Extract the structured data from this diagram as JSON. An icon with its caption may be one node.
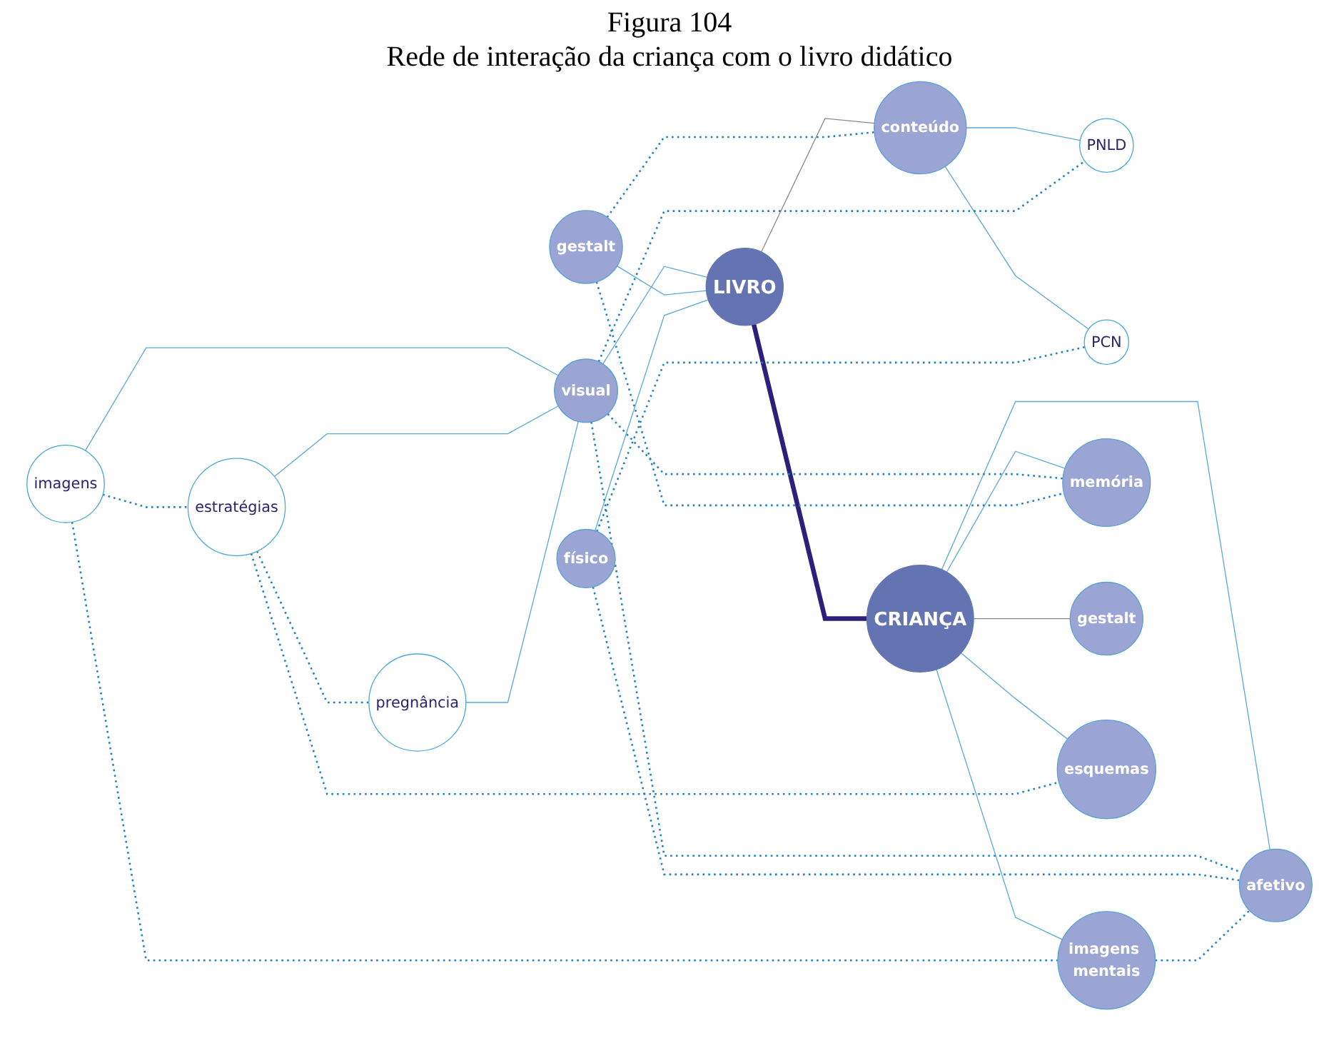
{
  "diagram": {
    "title": "Figura 104",
    "caption": "Rede de interação da criança com o livro didático",
    "nodes": [
      {
        "text": [
          "imagens"
        ]
      },
      {
        "text": [
          "estratégias"
        ]
      },
      {
        "text": [
          "pregnância"
        ]
      },
      {
        "text": [
          "visual"
        ]
      },
      {
        "text": [
          "gestalt"
        ]
      },
      {
        "text": [
          "LIVRO"
        ]
      },
      {
        "text": [
          "físico"
        ]
      },
      {
        "text": [
          "conteúdo"
        ]
      },
      {
        "text": [
          "PNLD"
        ]
      },
      {
        "text": [
          "PCN"
        ]
      },
      {
        "text": [
          "imagens mentais"
        ]
      },
      {
        "text": [
          "memória"
        ]
      },
      {
        "text": [
          "CRIANÇA"
        ]
      },
      {
        "text": [
          "gestalt"
        ]
      },
      {
        "text": [
          "esquemas"
        ]
      },
      {
        "text": [
          "afetivo"
        ]
      }
    ],
    "edges": [
      {
        "from": 0,
        "to": 1,
        "arrow": "none",
        "style": "dashed"
      },
      {
        "from": 1,
        "to": 2,
        "arrow": "none",
        "style": "dashed"
      },
      {
        "from": 0,
        "to": 3,
        "arrow": "none"
      },
      {
        "from": 1,
        "to": 3,
        "arrow": "none"
      },
      {
        "from": 2,
        "to": 3,
        "arrow": "none"
      },
      {
        "from": 3,
        "to": 5,
        "arrow": "none"
      },
      {
        "from": 4,
        "to": 5,
        "arrow": "none"
      },
      {
        "from": 6,
        "to": 5,
        "arrow": "none"
      },
      {
        "from": 5,
        "to": 7,
        "arrow": "none",
        "color": "#888888"
      },
      {
        "from": 7,
        "to": 8,
        "arrow": "none"
      },
      {
        "from": 7,
        "to": 9,
        "arrow": "none"
      },
      {
        "from": 5,
        "to": 12,
        "arrow": "none",
        "style": "thick",
        "color": "#2e1f7a"
      },
      {
        "from": 12,
        "to": 10,
        "arrow": "none"
      },
      {
        "from": 12,
        "to": 11,
        "arrow": "none"
      },
      {
        "from": 12,
        "to": 13,
        "arrow": "none",
        "color": "#888888"
      },
      {
        "from": 12,
        "to": 14,
        "arrow": "none"
      },
      {
        "from": 12,
        "to": 15,
        "arrow": "none"
      },
      {
        "from": 0,
        "to": 10,
        "arrow": "none",
        "style": "dashed"
      },
      {
        "from": 3,
        "to": 11,
        "arrow": "none",
        "style": "dashed"
      },
      {
        "from": 1,
        "to": 14,
        "arrow": "none",
        "style": "dashed"
      },
      {
        "from": 3,
        "to": 15,
        "arrow": "none",
        "style": "dashed"
      },
      {
        "from": 4,
        "to": 11,
        "arrow": "none",
        "style": "dashed"
      },
      {
        "from": 6,
        "to": 15,
        "arrow": "none",
        "style": "dashed"
      },
      {
        "from": 10,
        "to": 15,
        "arrow": "none",
        "style": "dashed"
      },
      {
        "from": 4,
        "to": 7,
        "arrow": "none",
        "style": "dashed"
      },
      {
        "from": 3,
        "to": 8,
        "arrow": "none",
        "style": "dashed"
      },
      {
        "from": 6,
        "to": 9,
        "arrow": "none",
        "style": "dashed"
      }
    ]
  }
}
